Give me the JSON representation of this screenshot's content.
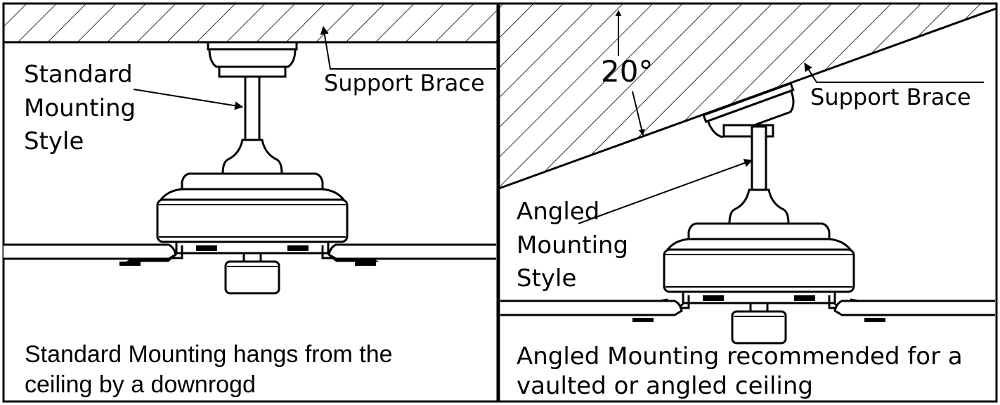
{
  "left_panel": {
    "mounting_label": [
      "Standard",
      "Mounting",
      "Style"
    ],
    "brace_label": "Support Brace",
    "caption": [
      "Standard Mounting hangs from the",
      "ceiling by a downrogd"
    ]
  },
  "right_panel": {
    "angle_label": "20°",
    "brace_label": "Support Brace",
    "mounting_label": [
      "Angled",
      "Mounting",
      "Style"
    ],
    "caption": [
      "Angled Mounting recommended for a",
      "vaulted or angled ceiling"
    ]
  },
  "colors": {
    "ink": "#000000",
    "paper": "#ffffff"
  }
}
